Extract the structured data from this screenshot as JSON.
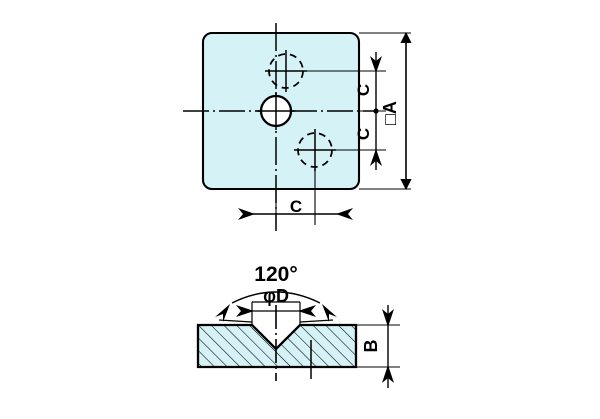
{
  "drawing": {
    "background_color": "#ffffff",
    "line_color": "#000000",
    "fill_color": "#d5f2f7",
    "hatch_color": "#000000",
    "views": [
      {
        "name": "top-view",
        "label": "Top view of square plate with center hole and two dashed holes"
      },
      {
        "name": "section-view",
        "label": "Cross section view showing countersink and thickness"
      }
    ],
    "dimensions": {
      "overall_square": "□A",
      "pitch_vertical_upper": "C",
      "pitch_vertical_lower": "C",
      "pitch_horizontal": "C",
      "thickness": "B",
      "countersink_angle": "120°",
      "hole_diameter": "φD"
    }
  },
  "labels": {
    "square_a": "□A",
    "c_upper": "C",
    "c_lower": "C",
    "c_bottom": "C",
    "b": "B",
    "angle_120": "120°",
    "phi_d": "φD"
  }
}
